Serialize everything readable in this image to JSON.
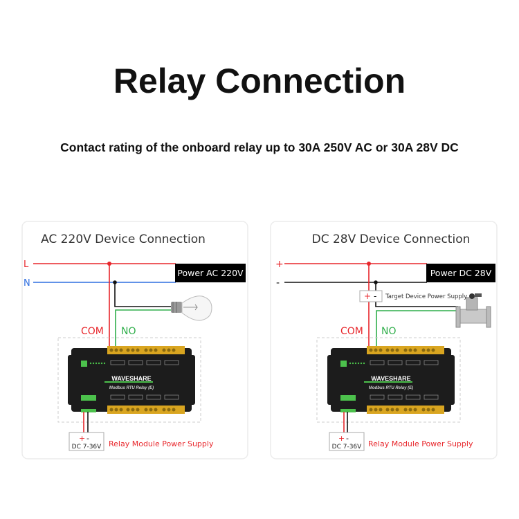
{
  "title": "Relay Connection",
  "subtitle": "Contact rating of the onboard relay up to 30A 250V AC or 30A 28V DC",
  "colors": {
    "red": "#e8262b",
    "blue": "#2f6fe0",
    "green": "#2fae4a",
    "black": "#111111"
  },
  "ac_panel": {
    "title": "AC 220V Device Connection",
    "line_l": "L",
    "line_n": "N",
    "power_label": "Power AC 220V",
    "com": "COM",
    "no": "NO",
    "load_icon": "light-bulb-icon",
    "supply_plus": "+",
    "supply_minus": "-",
    "supply_voltage": "DC 7-36V",
    "supply_label": "Relay Module Power Supply",
    "device_brand": "WAVESHARE",
    "device_model": "Modbus RTU Relay (E)"
  },
  "dc_panel": {
    "title": "DC 28V Device Connection",
    "line_plus": "+",
    "line_minus": "-",
    "power_label": "Power DC 28V",
    "target_plus": "+",
    "target_minus": "-",
    "target_label": "Target Device Power Supply",
    "com": "COM",
    "no": "NO",
    "load_icon": "solenoid-valve-icon",
    "supply_plus": "+",
    "supply_minus": "-",
    "supply_voltage": "DC 7-36V",
    "supply_label": "Relay Module Power Supply",
    "device_brand": "WAVESHARE",
    "device_model": "Modbus RTU Relay (E)"
  }
}
